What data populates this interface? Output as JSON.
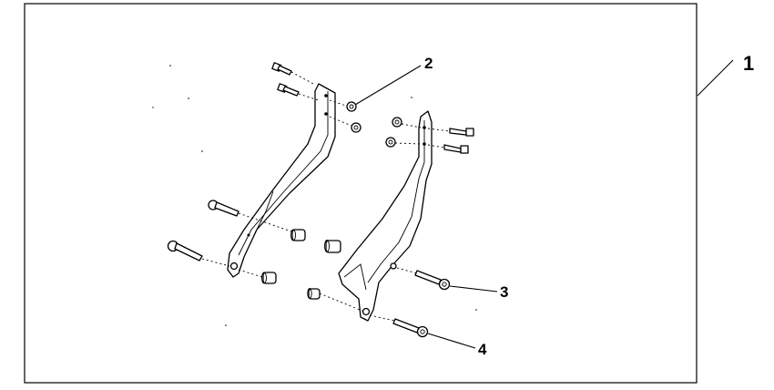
{
  "callouts": {
    "assembly": "1",
    "nut": "2",
    "bolt_upper": "3",
    "bolt_lower": "4"
  }
}
